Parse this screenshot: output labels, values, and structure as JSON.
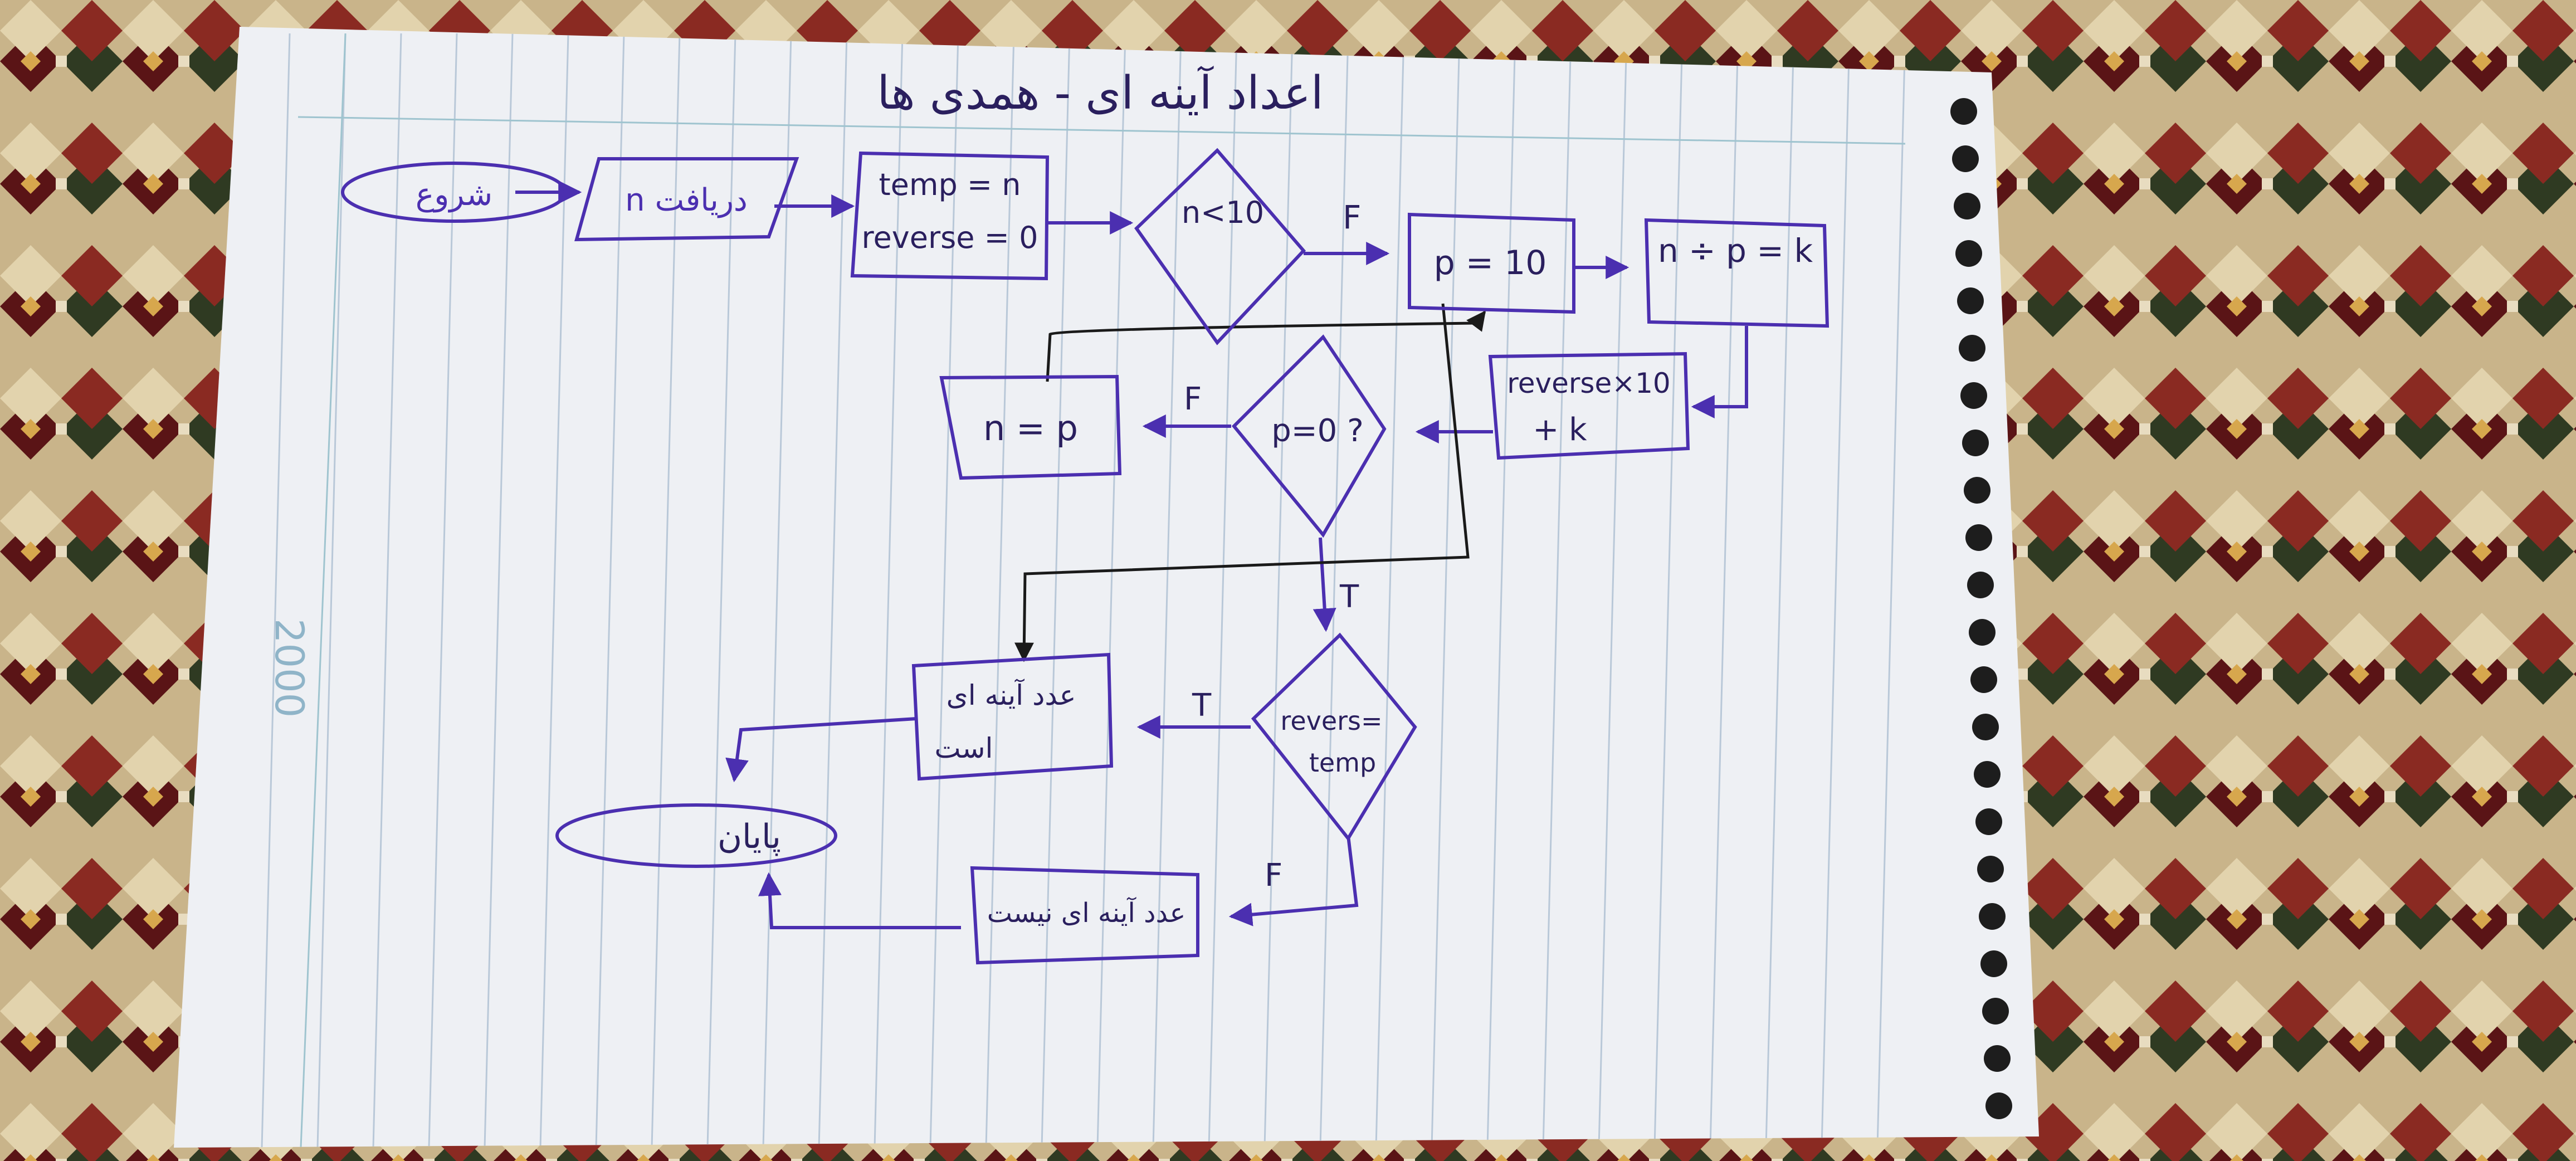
{
  "colors": {
    "rug_dark_red": "#5a1416",
    "rug_green": "#2f3a22",
    "rug_cream": "#d8c7a0",
    "rug_tan": "#b08a55",
    "paper": "#eef0f4",
    "paper_rule": "#b9c8d8",
    "ink_purple": "#4b2fb0",
    "ink_black": "#1a1a1a"
  },
  "page": {
    "title": "اعداد آینه ای - همدی ها",
    "side_watermark": "2000"
  },
  "nodes": {
    "start": "شروع",
    "input": "n دریافت",
    "init_temp": "temp = n",
    "init_reverse": "reverse = 0",
    "check_n": "n<10",
    "set_p": "p = 10",
    "div": "n ÷ p = k",
    "reverse_upd_1": "reverse×10",
    "reverse_upd_2": "+ k",
    "check_p": "p=0 ?",
    "assign_n": "n = p",
    "check_equal_1": "revers=",
    "check_equal_2": "temp",
    "result_true_1": "عدد آینه ای",
    "result_true_2": "است",
    "result_false": "عدد آینه ای نیست",
    "end": "پایان"
  },
  "edge_labels": {
    "n_check_false": "F",
    "p_check_false": "F",
    "p_check_true": "T",
    "equal_true": "T",
    "equal_false": "F"
  }
}
